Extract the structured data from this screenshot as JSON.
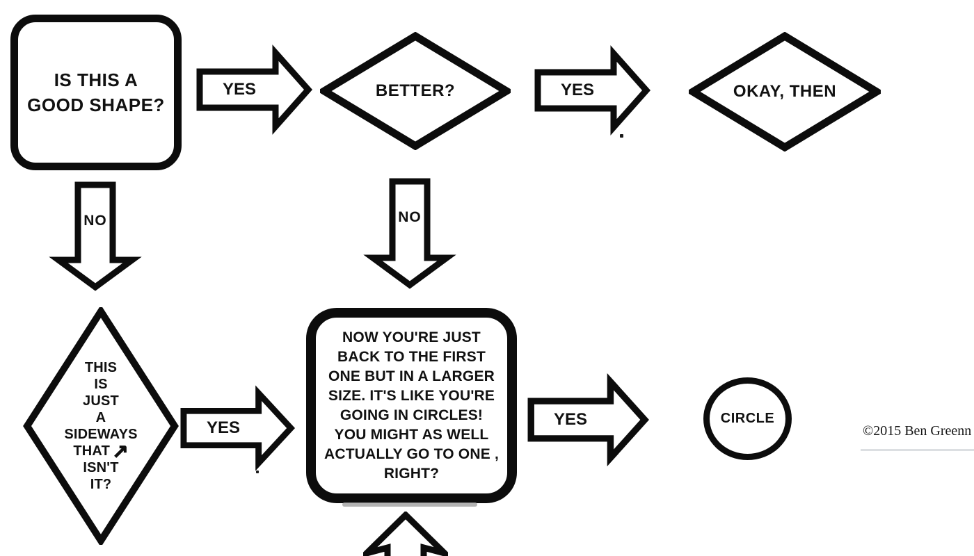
{
  "palette": {
    "ink": "#0c0c0c",
    "background": "#ffffff",
    "shadow_gray": "#a6a6a6"
  },
  "nodes": {
    "start": {
      "shape": "rounded-square",
      "label": "IS THIS A\nGOOD SHAPE?"
    },
    "better": {
      "shape": "diamond",
      "label": "BETTER?"
    },
    "okay": {
      "shape": "diamond",
      "label": "OKAY, THEN"
    },
    "sideways": {
      "shape": "tall-diamond",
      "label_top": "THIS\nIS\nJUST\nA\nSIDEWAYS",
      "label_that": "THAT",
      "arrow_icon": "northeast-arrow",
      "label_bottom": "ISN'T\nIT?"
    },
    "note": {
      "shape": "rounded-square",
      "label": "NOW YOU'RE JUST\nBACK TO THE FIRST\nONE BUT IN A LARGER\nSIZE. IT'S LIKE YOU'RE\nGOING IN CIRCLES!\nYOU MIGHT AS WELL\nACTUALLY GO TO ONE ,\nRIGHT?"
    },
    "circle": {
      "shape": "circle",
      "label": "CIRCLE"
    }
  },
  "connectors": {
    "yes1": {
      "label": "YES",
      "direction": "right",
      "from": "start",
      "to": "better"
    },
    "yes2": {
      "label": "YES",
      "direction": "right",
      "from": "better",
      "to": "okay"
    },
    "no1": {
      "label": "NO",
      "direction": "down",
      "from": "start",
      "to": "sideways"
    },
    "no2": {
      "label": "NO",
      "direction": "down",
      "from": "better",
      "to": "note"
    },
    "yes3": {
      "label": "YES",
      "direction": "right",
      "from": "sideways",
      "to": "note"
    },
    "yes4": {
      "label": "YES",
      "direction": "right",
      "from": "note",
      "to": "circle"
    },
    "up1": {
      "label": "",
      "direction": "up",
      "from": "offscreen",
      "to": "note"
    }
  },
  "credit": {
    "text": "©2015 Ben Greenn"
  }
}
